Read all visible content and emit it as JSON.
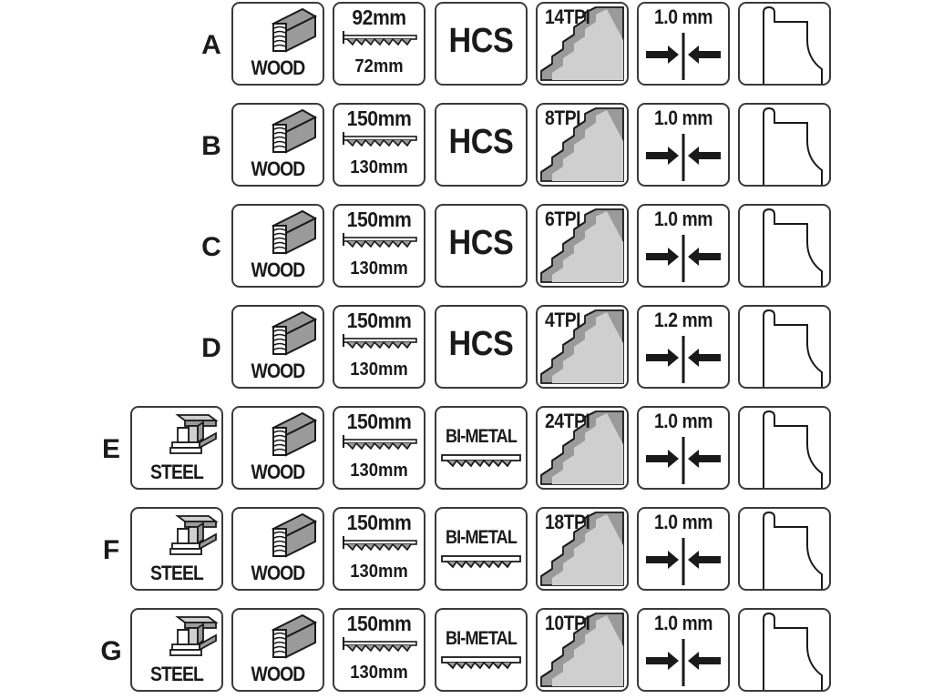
{
  "labels": {
    "steel": "STEEL",
    "wood": "WOOD"
  },
  "rows": [
    {
      "letter": "A",
      "steel": false,
      "length_top": "92mm",
      "length_bottom": "72mm",
      "material_type": "HCS",
      "tpi": "14TPI",
      "thickness": "1.0 mm"
    },
    {
      "letter": "B",
      "steel": false,
      "length_top": "150mm",
      "length_bottom": "130mm",
      "material_type": "HCS",
      "tpi": "8TPI",
      "thickness": "1.0 mm"
    },
    {
      "letter": "C",
      "steel": false,
      "length_top": "150mm",
      "length_bottom": "130mm",
      "material_type": "HCS",
      "tpi": "6TPI",
      "thickness": "1.0 mm"
    },
    {
      "letter": "D",
      "steel": false,
      "length_top": "150mm",
      "length_bottom": "130mm",
      "material_type": "HCS",
      "tpi": "4TPI",
      "thickness": "1.2 mm"
    },
    {
      "letter": "E",
      "steel": true,
      "length_top": "150mm",
      "length_bottom": "130mm",
      "material_type": "BI-METAL",
      "tpi": "24TPI",
      "thickness": "1.0 mm"
    },
    {
      "letter": "F",
      "steel": true,
      "length_top": "150mm",
      "length_bottom": "130mm",
      "material_type": "BI-METAL",
      "tpi": "18TPI",
      "thickness": "1.0 mm"
    },
    {
      "letter": "G",
      "steel": true,
      "length_top": "150mm",
      "length_bottom": "130mm",
      "material_type": "BI-METAL",
      "tpi": "10TPI",
      "thickness": "1.0 mm"
    }
  ],
  "icons": {
    "steel": "steel-beam-icon",
    "wood": "wood-plank-icon",
    "length": "jigsaw-blade-length-icon",
    "bimetal": "bimetal-blade-icon",
    "teeth": "blade-teeth-icon",
    "thickness": "thickness-arrows-icon",
    "shank": "t-shank-icon"
  },
  "colors": {
    "outline": "#3a3a3a",
    "text": "#1a1a1a",
    "fill_gray": "#9a9a9a",
    "fill_light": "#cfcfcf"
  }
}
